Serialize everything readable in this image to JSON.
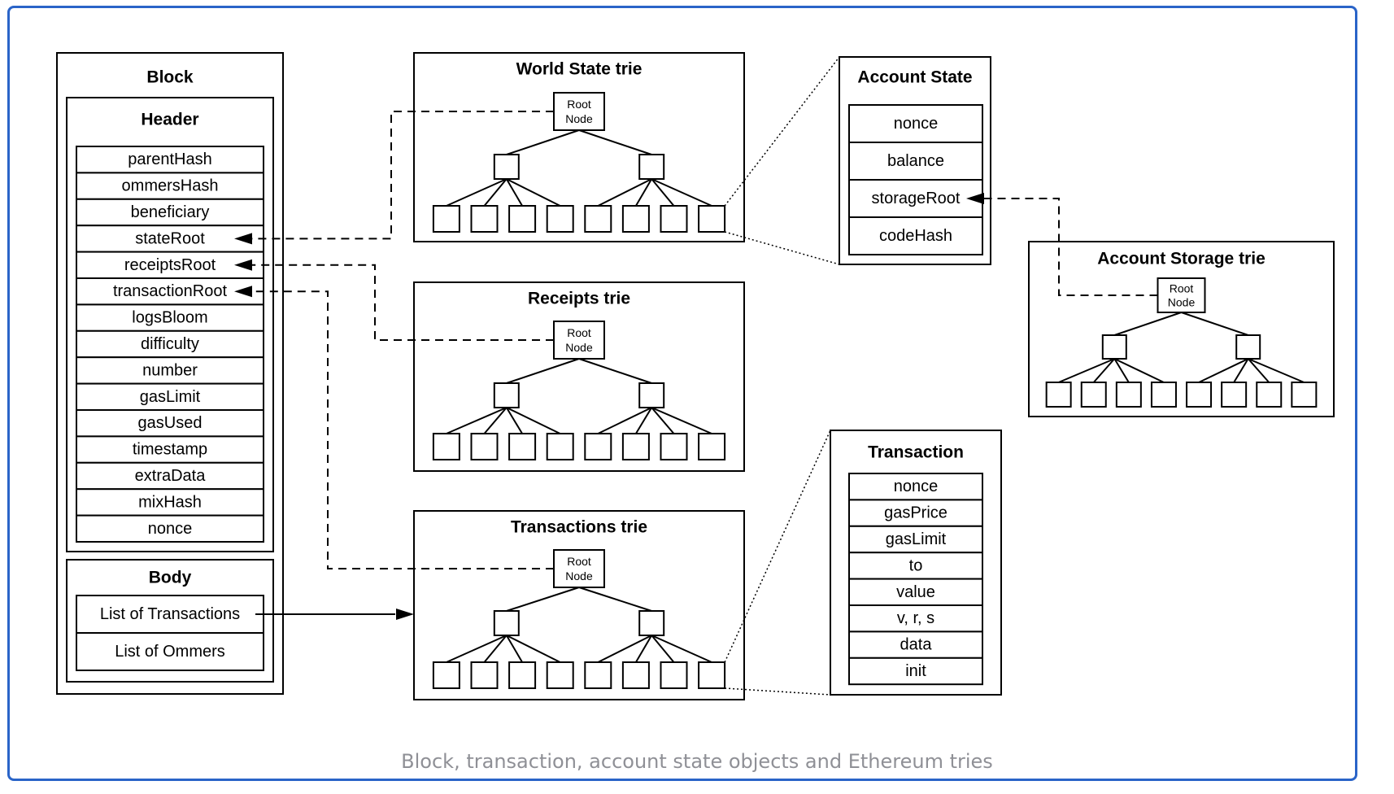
{
  "block": {
    "title": "Block",
    "header_title": "Header",
    "header_fields": [
      "parentHash",
      "ommersHash",
      "beneficiary",
      "stateRoot",
      "receiptsRoot",
      "transactionRoot",
      "logsBloom",
      "difficulty",
      "number",
      "gasLimit",
      "gasUsed",
      "timestamp",
      "extraData",
      "mixHash",
      "nonce"
    ],
    "body_title": "Body",
    "body_fields": [
      "List of Transactions",
      "List of Ommers"
    ]
  },
  "tries": {
    "world_state": {
      "title": "World State trie",
      "root_label": [
        "Root",
        "Node"
      ]
    },
    "receipts": {
      "title": "Receipts trie",
      "root_label": [
        "Root",
        "Node"
      ]
    },
    "transactions": {
      "title": "Transactions trie",
      "root_label": [
        "Root",
        "Node"
      ]
    },
    "account_storage": {
      "title": "Account Storage trie",
      "root_label": [
        "Root",
        "Node"
      ]
    }
  },
  "account_state": {
    "title": "Account State",
    "fields": [
      "nonce",
      "balance",
      "storageRoot",
      "codeHash"
    ]
  },
  "transaction": {
    "title": "Transaction",
    "fields": [
      "nonce",
      "gasPrice",
      "gasLimit",
      "to",
      "value",
      "v, r, s",
      "data",
      "init"
    ]
  },
  "caption": "Block, transaction, account state objects and Ethereum tries",
  "colors": {
    "frame": "#2a64c8",
    "caption": "#8f9096",
    "stroke": "#000000"
  }
}
